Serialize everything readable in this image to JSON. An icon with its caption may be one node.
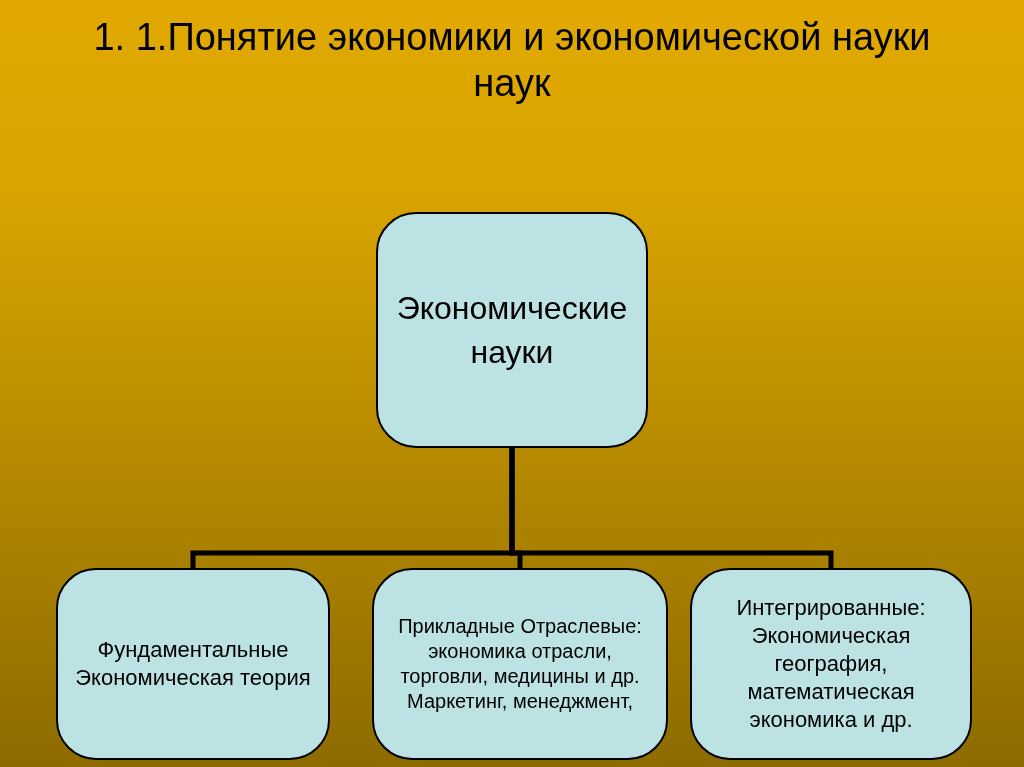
{
  "diagram": {
    "title": "1. 1.Понятие экономики и экономической науки наук",
    "nodes": [
      {
        "text": [
          "Экономические науки"
        ]
      },
      {
        "text": [
          "Фундаментальные Экономическая теория"
        ]
      },
      {
        "text": [
          "Прикладные Отраслевые: экономика отрасли, торговли, медицины и др. Маркетинг, менеджмент,"
        ]
      },
      {
        "text": [
          "Интегрированные: Экономическая география, математическая экономика и др."
        ]
      }
    ],
    "edges": [
      {
        "from": 0,
        "to": 1,
        "arrow": "none"
      },
      {
        "from": 0,
        "to": 2,
        "arrow": "none"
      },
      {
        "from": 0,
        "to": 3,
        "arrow": "none"
      }
    ]
  }
}
